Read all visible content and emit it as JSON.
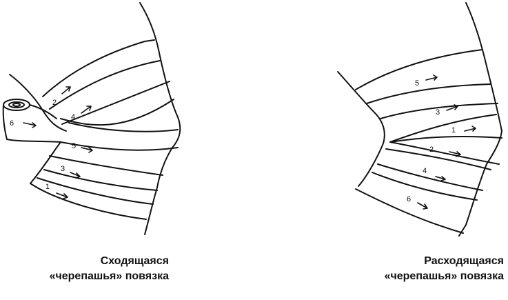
{
  "left_figure": {
    "caption_line1": "Сходящаяся",
    "caption_line2": "«черепашья» повязка",
    "turn_numbers": [
      "1",
      "2",
      "3",
      "4",
      "5",
      "6"
    ]
  },
  "right_figure": {
    "caption_line1": "Расходящаяся",
    "caption_line2": "«черепашья» повязка",
    "turn_numbers": [
      "1",
      "2",
      "3",
      "4",
      "5",
      "6"
    ]
  }
}
